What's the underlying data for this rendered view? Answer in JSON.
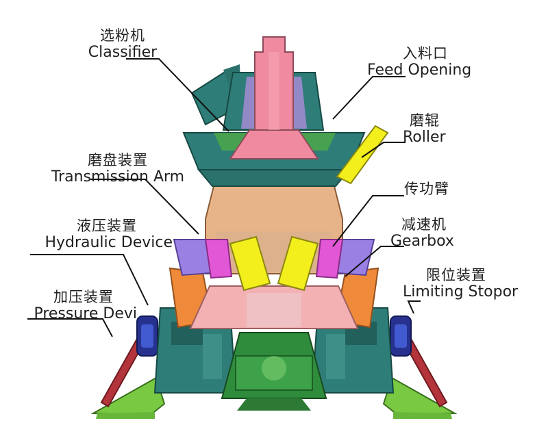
{
  "callouts": {
    "classifier": {
      "zh": "选粉机",
      "en": "Classifier"
    },
    "feed_opening": {
      "zh": "入料口",
      "en": "Feed Opening"
    },
    "roller": {
      "zh": "磨辊",
      "en": "Roller"
    },
    "transmission_arm": {
      "zh": "磨盘装置",
      "en": "Transmission Arm"
    },
    "swing_arm": {
      "zh": "传功臂",
      "en": ""
    },
    "hydraulic_device": {
      "zh": "液压装置",
      "en": "Hydraulic Device"
    },
    "gearbox": {
      "zh": "减速机",
      "en": "Gearbox"
    },
    "limiting_stopor": {
      "zh": "限位装置",
      "en": "Limiting Stopor"
    },
    "pressure_device": {
      "zh": "加压装置",
      "en": "Pressure Devi"
    }
  },
  "colors": {
    "teal": "#2e7d78",
    "pink": "#f08aa0",
    "tan": "#e7b48a",
    "yellow": "#f2ef1c",
    "magenta": "#e157d6",
    "purple": "#9b80e4",
    "green": "#79c942",
    "dark_green": "#2f8c3d",
    "orange": "#ee8a39",
    "red": "#b3343b",
    "navy": "#27328f"
  }
}
